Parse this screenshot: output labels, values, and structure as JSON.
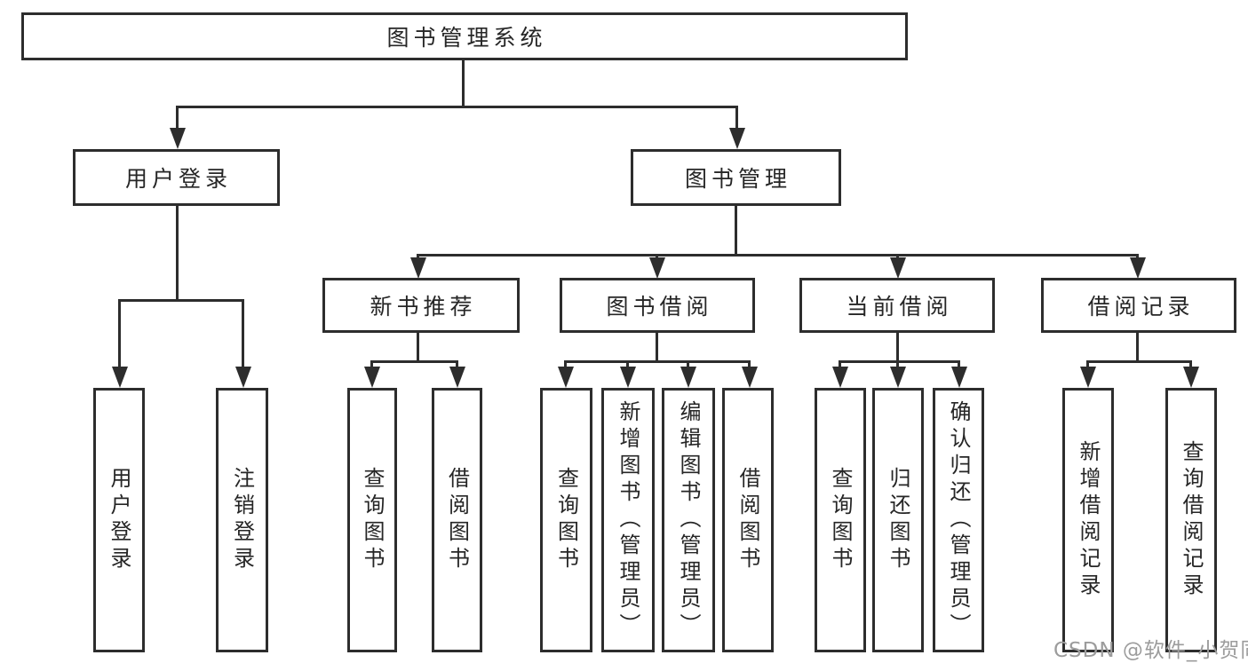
{
  "tree": {
    "root": "图书管理系统",
    "level2": {
      "user_login": "用户登录",
      "book_mgmt": "图书管理"
    },
    "level3": {
      "new_books": "新书推荐",
      "book_borrow": "图书借阅",
      "current_borrow": "当前借阅",
      "borrow_records": "借阅记录"
    },
    "leaves": {
      "user_login": [
        "用户登录",
        "注销登录"
      ],
      "new_books": [
        "查询图书",
        "借阅图书"
      ],
      "book_borrow": [
        "查询图书",
        "新增图书（管理员）",
        "编辑图书（管理员）",
        "借阅图书"
      ],
      "current_borrow": [
        "查询图书",
        "归还图书",
        "确认归还（管理员）"
      ],
      "borrow_records": [
        "新增借阅记录",
        "查询借阅记录"
      ]
    }
  },
  "watermark": {
    "text": "CSDN @软件_小贺同学",
    "color": "#9c9c9c"
  },
  "colors": {
    "line": "#2d2d2d",
    "text": "#262626",
    "background": "#ffffff"
  }
}
